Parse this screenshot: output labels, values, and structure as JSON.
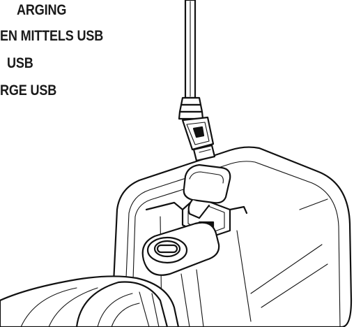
{
  "text_lines": [
    "ARGING",
    "EN MITTELS USB",
    "USB",
    "RGE USB"
  ],
  "icons": [
    "usb-cable-illustration",
    "device-illustration",
    "lens-illustration"
  ],
  "colors": {
    "line": "#111111",
    "background": "#ffffff"
  }
}
